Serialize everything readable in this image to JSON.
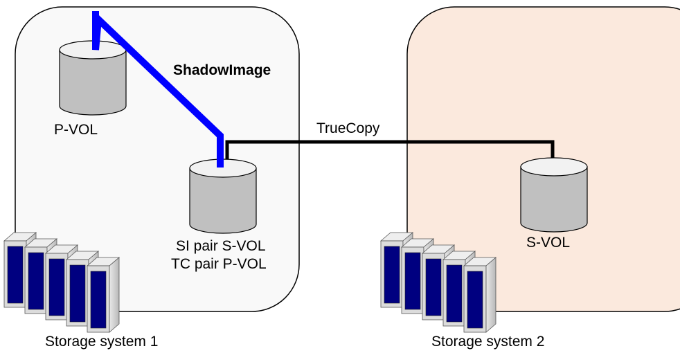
{
  "colors": {
    "system1_fill": "#f9f9f9",
    "system2_fill": "#fbe9dd",
    "shadowimage_line": "#0000ff",
    "truecopy_line": "#000000",
    "disk_body": "#c0c0c0",
    "disk_top": "#f2f2f2",
    "rack_body": "#dcdcdc",
    "rack_panel": "#000080"
  },
  "labels": {
    "shadowimage": "ShadowImage",
    "truecopy": "TrueCopy",
    "pvol": "P-VOL",
    "si_svol": "SI pair S-VOL",
    "tc_pvol": "TC pair P-VOL",
    "svol": "S-VOL",
    "system1": "Storage system 1",
    "system2": "Storage system 2"
  }
}
